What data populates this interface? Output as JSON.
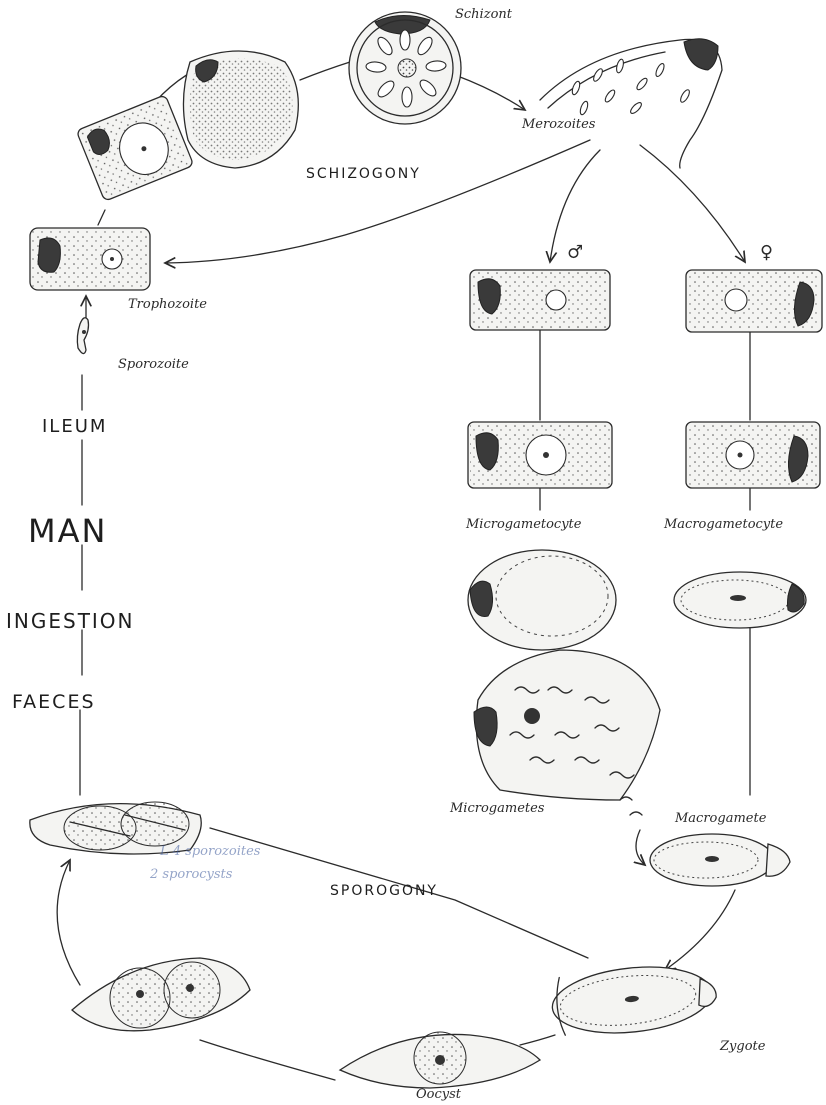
{
  "labels": {
    "schizont": "Schizont",
    "merozoites": "Merozoites",
    "schizogony": "SCHIZOGONY",
    "trophozoite": "Trophozoite",
    "sporozoite": "Sporozoite",
    "ileum": "ILEUM",
    "man": "MAN",
    "ingestion": "INGESTION",
    "faeces": "FAECES",
    "male_symbol": "♂",
    "female_symbol": "♀",
    "microgametocyte": "Microgametocyte",
    "macrogametocyte": "Macrogametocyte",
    "microgametes": "Microgametes",
    "macrogamete": "Macrogamete",
    "sporogony": "SPOROGONY",
    "zygote": "Zygote",
    "oocyst": "Oocyst"
  },
  "annotations": {
    "handwritten_1": "L 4 sporozoites",
    "handwritten_2": "2 sporocysts"
  },
  "colors": {
    "ink": "#2b2b2b",
    "cell_fill": "#f4f4f2",
    "pen_note": "#3e5a9c"
  }
}
